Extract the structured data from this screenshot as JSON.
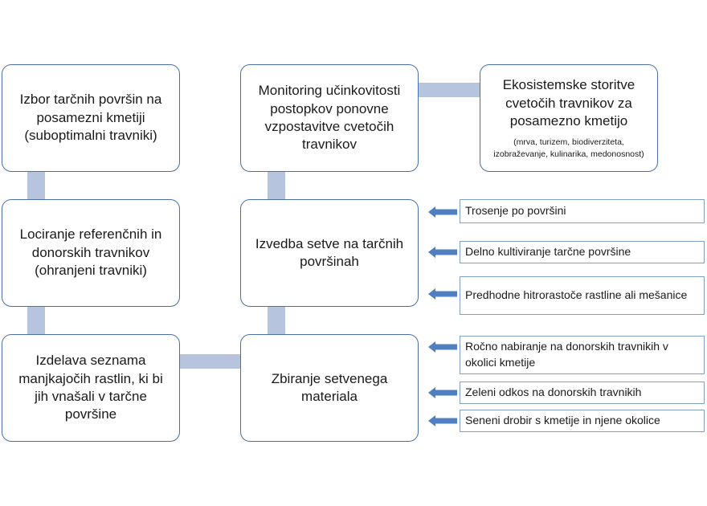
{
  "colors": {
    "box_border": "#4a6fa5",
    "connector": "#b7c4de",
    "arrow_fill": "#4f7fbf",
    "note_border": "#7f9fc8"
  },
  "boxes": {
    "target_selection": "Izbor tarčnih površin na posamezni kmetiji (suboptimalni travniki)",
    "reference_location": "Lociranje referenčnih in donorskih travnikov (ohranjeni travniki)",
    "missing_plants_list": "Izdelava seznama manjkajočih rastlin, ki bi jih vnašali v tarčne površine",
    "monitoring": "Monitoring učinkovitosti postopkov ponovne vzpostavitve cvetočih travnikov",
    "sowing": "Izvedba setve na tarčnih površinah",
    "seed_collection": "Zbiranje setvenega materiala",
    "ecosystem_title": "Ekosistemske storitve cvetočih travnikov za posamezno kmetijo",
    "ecosystem_sub": "(mrva, turizem, biodiverziteta, izobraževanje, kulinarika, medonosnost)"
  },
  "sowing_methods": [
    "Trosenje po površini",
    "Delno kultiviranje tarčne površine",
    "Predhodne hitrorastoče rastline ali mešanice"
  ],
  "collection_methods": [
    "Ročno nabiranje na donorskih travnikih v okolici kmetije",
    "Zeleni odkos na donorskih travnikih",
    "Seneni drobir s kmetije in njene okolice"
  ]
}
